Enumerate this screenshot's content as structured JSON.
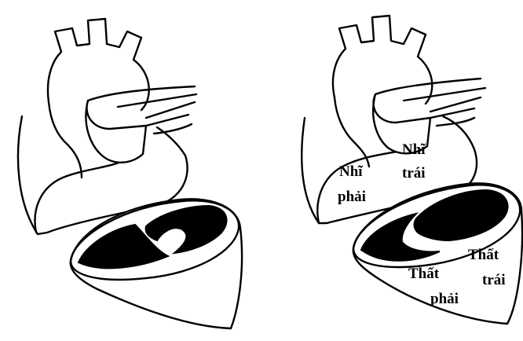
{
  "labels": {
    "right_atrium_line1": "Nhĩ",
    "right_atrium_line2": "phải",
    "left_atrium_line1": "Nhĩ",
    "left_atrium_line2": "trái",
    "right_ventricle_line1": "Thất",
    "right_ventricle_line2": "phải",
    "left_ventricle_line1": "Thất",
    "left_ventricle_line2": "trái"
  }
}
